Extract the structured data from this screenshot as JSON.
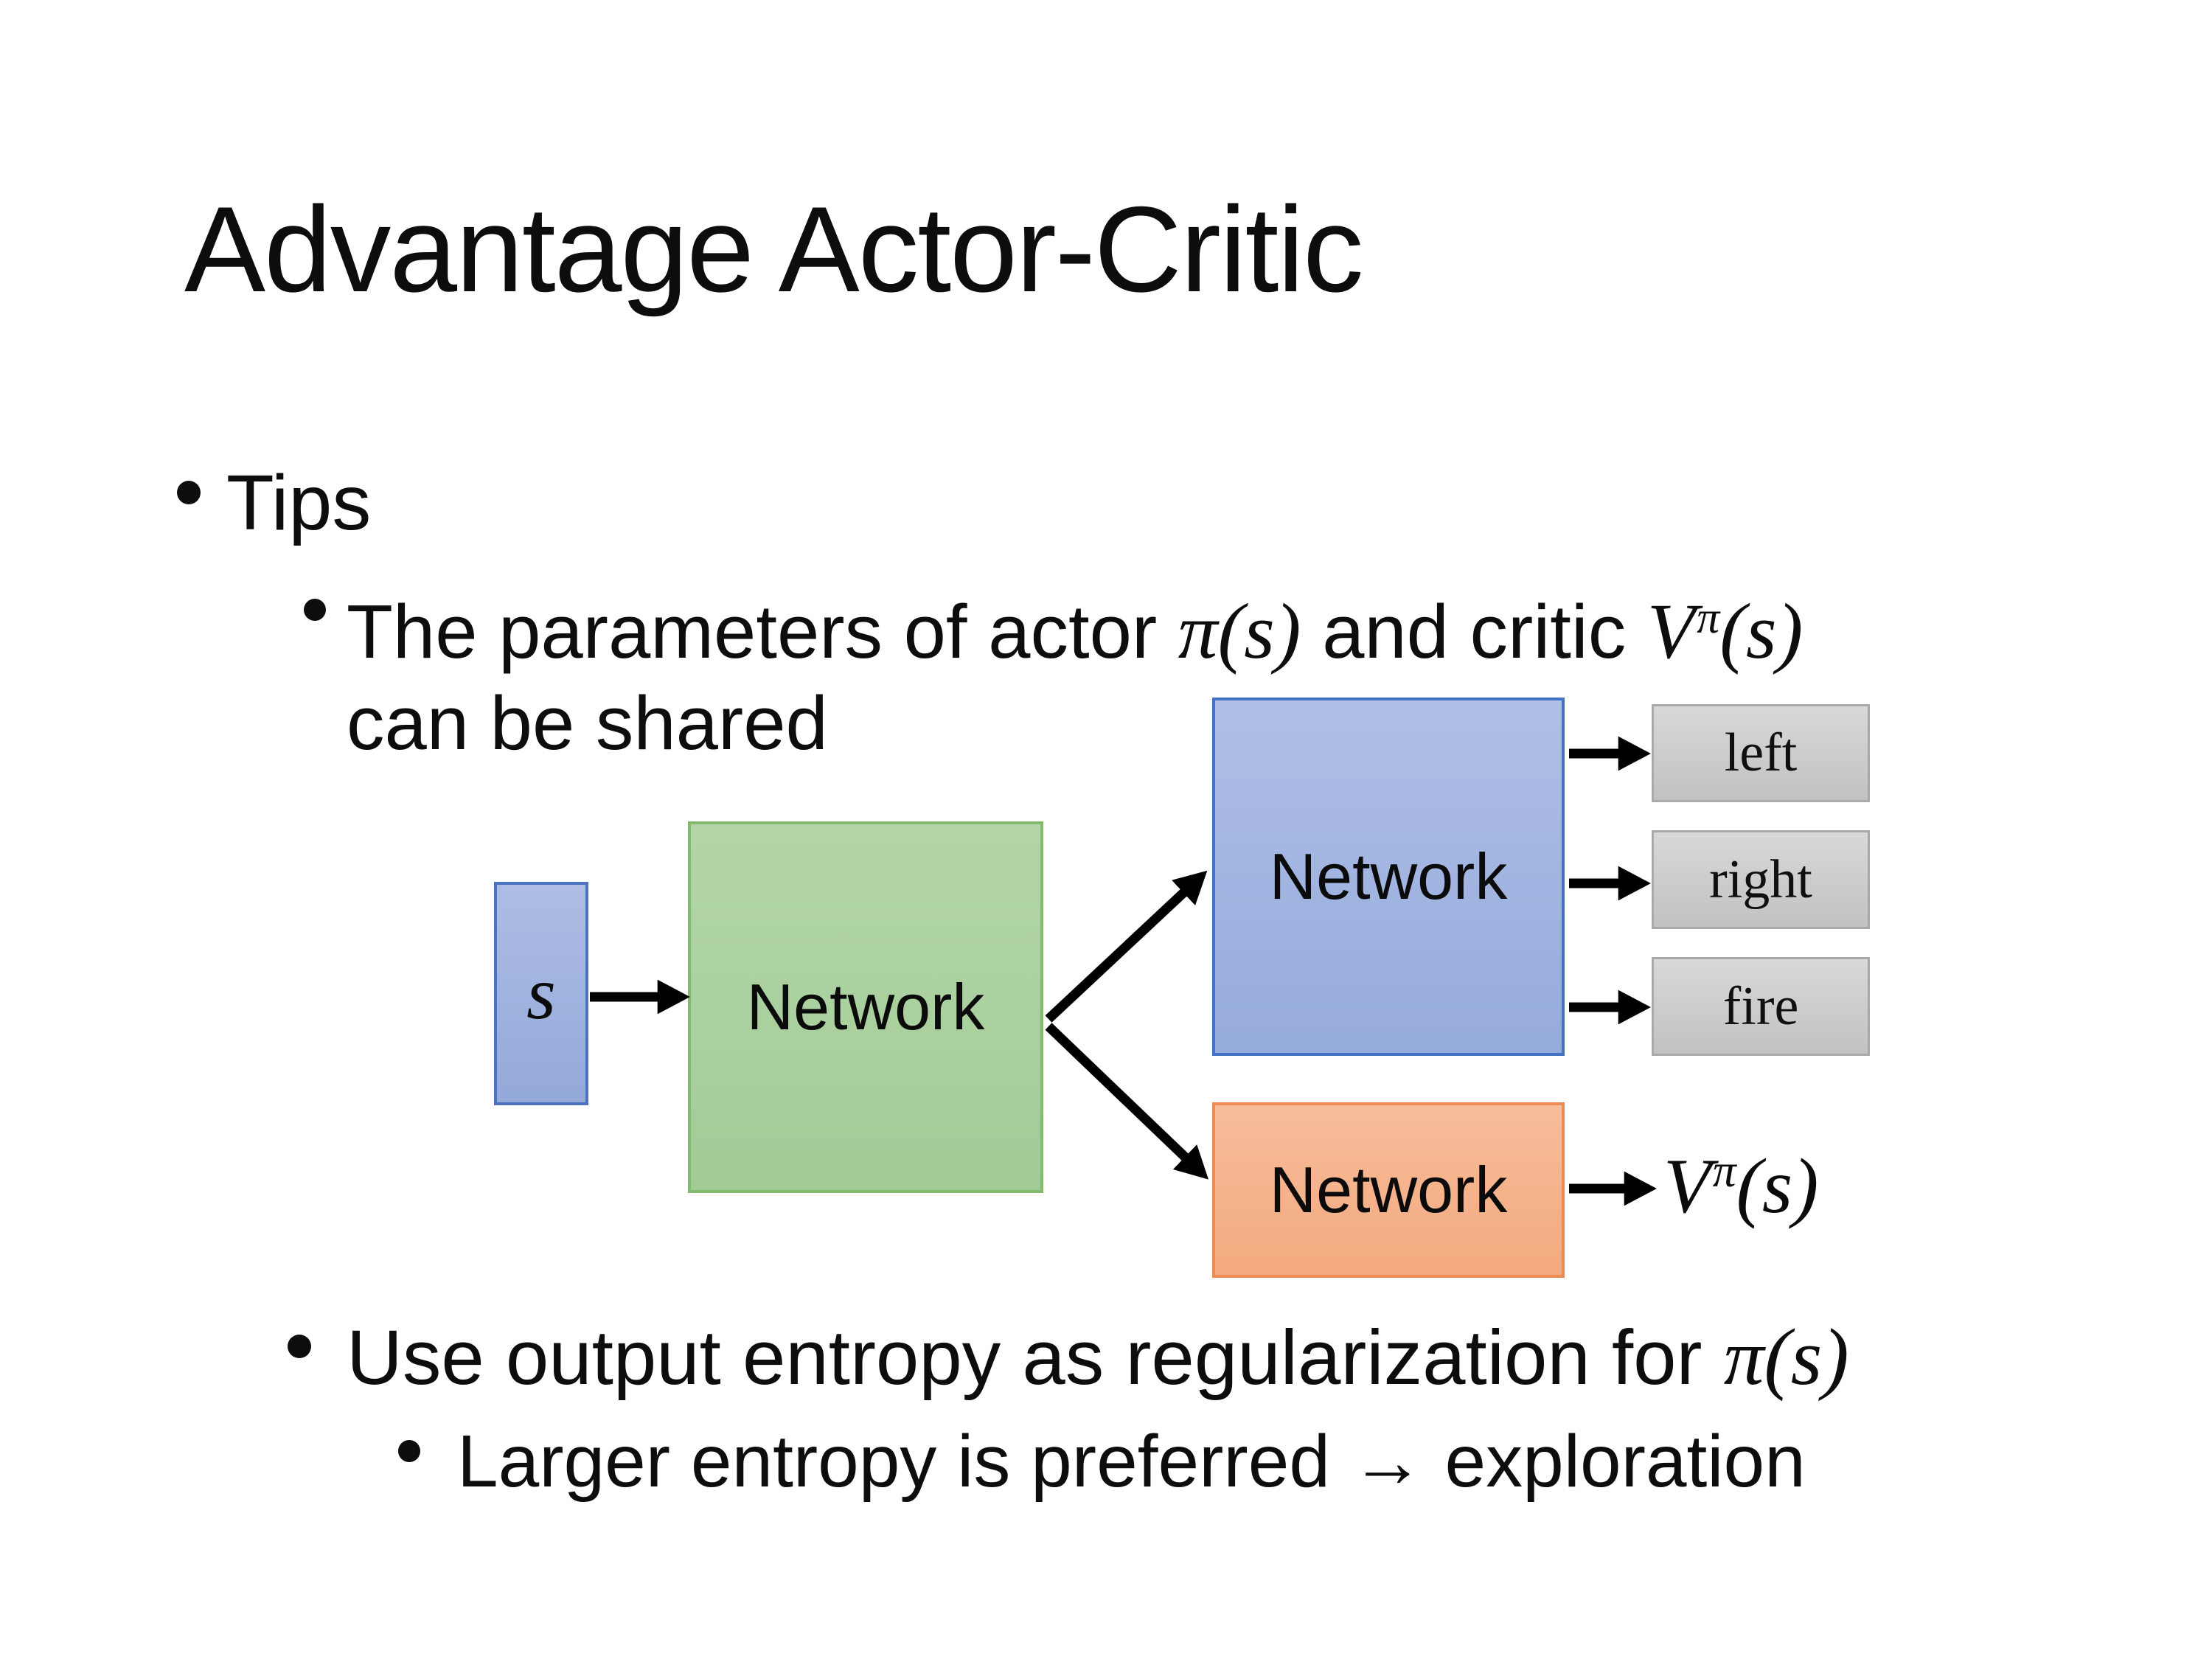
{
  "slide": {
    "title": "Advantage Actor-Critic"
  },
  "bullets": {
    "tips": "Tips",
    "b1_seg1": "The parameters of actor ",
    "b1_math1": "π(s)",
    "b1_seg2": "  and critic ",
    "b1_v_base": "V",
    "b1_v_sup": "π",
    "b1_v_args": "(s)",
    "b1_line2": "can be shared",
    "b2_seg1": "Use output entropy as regularization for ",
    "b2_math": "π(s)",
    "b3_text": "Larger entropy is preferred → exploration"
  },
  "diagram": {
    "input_label": "s",
    "shared_network": "Network",
    "actor_network": "Network",
    "critic_network": "Network",
    "actions": [
      "left",
      "right",
      "fire"
    ],
    "critic_out_base": "V",
    "critic_out_sup": "π",
    "critic_out_args": "(s)",
    "colors": {
      "input_fill": "#A4B6E0",
      "input_border": "#4D72BE",
      "shared_fill": "#ABD0A0",
      "shared_border": "#82BB6E",
      "actor_fill": "#A1B4DF",
      "actor_border": "#4472C4",
      "critic_fill": "#F5B38C",
      "critic_border": "#ED8C51",
      "action_fill": "#CDCDCD",
      "action_border": "#A9A9A9",
      "arrow": "#000000"
    }
  }
}
